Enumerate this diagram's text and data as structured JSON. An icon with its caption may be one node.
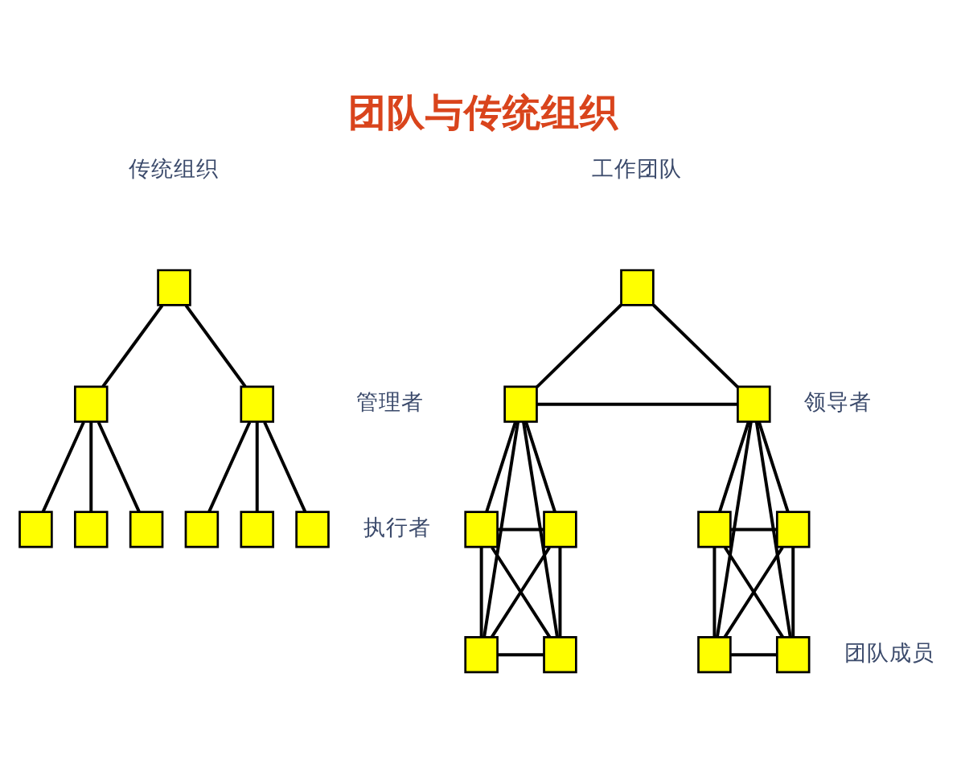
{
  "diagram": {
    "title": "团队与传统组织",
    "nodes": [
      {
        "text": [],
        "shape": "box"
      },
      {
        "text": [],
        "shape": "box"
      },
      {
        "text": [],
        "shape": "box"
      },
      {
        "text": [],
        "shape": "box"
      },
      {
        "text": [],
        "shape": "box"
      },
      {
        "text": [],
        "shape": "box"
      },
      {
        "text": [],
        "shape": "box"
      },
      {
        "text": [],
        "shape": "box"
      },
      {
        "text": [],
        "shape": "box"
      },
      {
        "text": [],
        "shape": "box"
      },
      {
        "text": [],
        "shape": "box"
      },
      {
        "text": [],
        "shape": "box"
      },
      {
        "text": [],
        "shape": "box"
      },
      {
        "text": [],
        "shape": "box"
      },
      {
        "text": [],
        "shape": "box"
      },
      {
        "text": [],
        "shape": "box"
      },
      {
        "text": [],
        "shape": "box"
      },
      {
        "text": [],
        "shape": "box"
      },
      {
        "text": [],
        "shape": "box"
      },
      {
        "text": [],
        "shape": "box"
      }
    ],
    "edges": [
      {
        "from": 0,
        "to": 1,
        "arrow": "none"
      },
      {
        "from": 0,
        "to": 2,
        "arrow": "none"
      },
      {
        "from": 1,
        "to": 3,
        "arrow": "none"
      },
      {
        "from": 1,
        "to": 4,
        "arrow": "none"
      },
      {
        "from": 1,
        "to": 5,
        "arrow": "none"
      },
      {
        "from": 2,
        "to": 6,
        "arrow": "none"
      },
      {
        "from": 2,
        "to": 7,
        "arrow": "none"
      },
      {
        "from": 2,
        "to": 8,
        "arrow": "none"
      },
      {
        "from": 9,
        "to": 10,
        "arrow": "none"
      },
      {
        "from": 9,
        "to": 11,
        "arrow": "none"
      },
      {
        "from": 10,
        "to": 11,
        "arrow": "none"
      },
      {
        "from": 10,
        "to": 12,
        "arrow": "none"
      },
      {
        "from": 10,
        "to": 13,
        "arrow": "none"
      },
      {
        "from": 10,
        "to": 14,
        "arrow": "none"
      },
      {
        "from": 10,
        "to": 15,
        "arrow": "none"
      },
      {
        "from": 12,
        "to": 13,
        "arrow": "none"
      },
      {
        "from": 12,
        "to": 14,
        "arrow": "none"
      },
      {
        "from": 12,
        "to": 15,
        "arrow": "none"
      },
      {
        "from": 13,
        "to": 14,
        "arrow": "none"
      },
      {
        "from": 13,
        "to": 15,
        "arrow": "none"
      },
      {
        "from": 14,
        "to": 15,
        "arrow": "none"
      },
      {
        "from": 11,
        "to": 16,
        "arrow": "none"
      },
      {
        "from": 11,
        "to": 17,
        "arrow": "none"
      },
      {
        "from": 11,
        "to": 18,
        "arrow": "none"
      },
      {
        "from": 11,
        "to": 19,
        "arrow": "none"
      },
      {
        "from": 16,
        "to": 17,
        "arrow": "none"
      },
      {
        "from": 16,
        "to": 18,
        "arrow": "none"
      },
      {
        "from": 16,
        "to": 19,
        "arrow": "none"
      },
      {
        "from": 17,
        "to": 18,
        "arrow": "none"
      },
      {
        "from": 17,
        "to": 19,
        "arrow": "none"
      },
      {
        "from": 18,
        "to": 19,
        "arrow": "none"
      }
    ],
    "labels": [
      "传统组织",
      "工作团队",
      "领导者",
      "管理者",
      "执行者",
      "团队成员"
    ]
  }
}
